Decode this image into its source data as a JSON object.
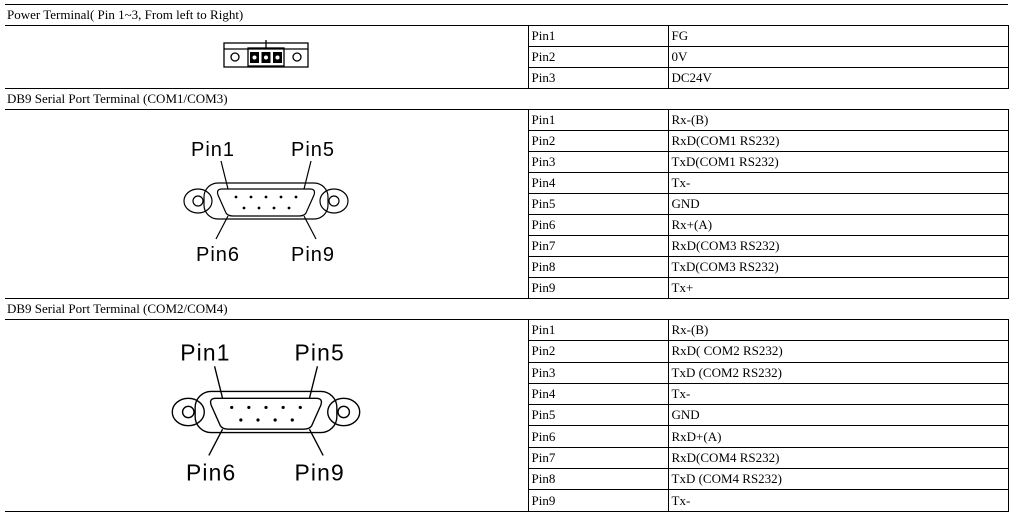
{
  "sections": [
    {
      "title": "Power Terminal( Pin 1~3, From left to Right)",
      "image": "power-terminal-connector",
      "pins": [
        {
          "pin": "Pin1",
          "signal": "FG"
        },
        {
          "pin": "Pin2",
          "signal": "0V"
        },
        {
          "pin": "Pin3",
          "signal": "DC24V"
        }
      ]
    },
    {
      "title": "DB9 Serial Port Terminal (COM1/COM3)",
      "image": "db9-connector",
      "labels": {
        "tl": "Pin1",
        "tr": "Pin5",
        "bl": "Pin6",
        "br": "Pin9"
      },
      "pins": [
        {
          "pin": "Pin1",
          "signal": "Rx-(B)"
        },
        {
          "pin": "Pin2",
          "signal": "RxD(COM1 RS232)"
        },
        {
          "pin": "Pin3",
          "signal": "TxD(COM1 RS232)"
        },
        {
          "pin": "Pin4",
          "signal": "Tx-"
        },
        {
          "pin": "Pin5",
          "signal": "GND"
        },
        {
          "pin": "Pin6",
          "signal": "Rx+(A)"
        },
        {
          "pin": "Pin7",
          "signal": "RxD(COM3 RS232)"
        },
        {
          "pin": "Pin8",
          "signal": "TxD(COM3 RS232)"
        },
        {
          "pin": "Pin9",
          "signal": "Tx+"
        }
      ]
    },
    {
      "title": "DB9 Serial Port Terminal (COM2/COM4)",
      "image": "db9-connector",
      "labels": {
        "tl": "Pin1",
        "tr": "Pin5",
        "bl": "Pin6",
        "br": "Pin9"
      },
      "pins": [
        {
          "pin": "Pin1",
          "signal": "Rx-(B)"
        },
        {
          "pin": "Pin2",
          "signal": "RxD( COM2 RS232)"
        },
        {
          "pin": "Pin3",
          "signal": "TxD (COM2 RS232)"
        },
        {
          "pin": "Pin4",
          "signal": "Tx-"
        },
        {
          "pin": "Pin5",
          "signal": "GND"
        },
        {
          "pin": "Pin6",
          "signal": "RxD+(A)"
        },
        {
          "pin": "Pin7",
          "signal": "RxD(COM4 RS232)"
        },
        {
          "pin": "Pin8",
          "signal": "TxD (COM4 RS232)"
        },
        {
          "pin": "Pin9",
          "signal": "Tx-"
        }
      ]
    }
  ]
}
